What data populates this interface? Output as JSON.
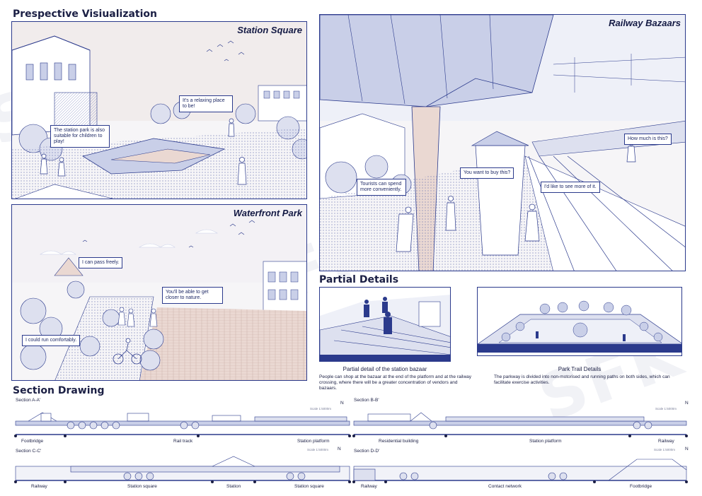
{
  "titles": {
    "perspective": "Prespective Visiualization",
    "partial": "Partial Details",
    "section": "Section Drawing"
  },
  "panels": {
    "station_square": {
      "label": "Station Square",
      "bubbles": [
        "It's a relaxing place to be!",
        "The station park is also suitable for children to play!"
      ]
    },
    "waterfront_park": {
      "label": "Waterfront Park",
      "bubbles": [
        "I can pass freely.",
        "You'll be able to get closer to nature.",
        "I could run comfortably."
      ]
    },
    "railway_bazaars": {
      "label": "Railway Bazaars",
      "bubbles": [
        "How much is this?",
        "You want to buy this?",
        "Tourists can spend more conveniently.",
        "I'd like to see more of it."
      ]
    }
  },
  "details": {
    "bazaar": {
      "caption": "Partial detail of the station bazaar",
      "desc": "People can shop at the bazaar at the end of the platform and at the railway crossing, where there will be a greater concentration of vendors and bazaars."
    },
    "trail": {
      "caption": "Park Trail Details",
      "desc": "The parkway is divided into non-motorised and running paths on both sides, which can facilitate exercise activities."
    }
  },
  "sections": {
    "aa": {
      "title": "Section A-A'",
      "scale": "Scale 1:5000m",
      "labels": [
        "Footbridge",
        "Rail track",
        "Station platform"
      ]
    },
    "bb": {
      "title": "Section B-B'",
      "scale": "Scale 1:5000m",
      "labels": [
        "Residential building",
        "Station platform",
        "Railway"
      ]
    },
    "cc": {
      "title": "Section C-C'",
      "scale": "Scale 1:5000m",
      "labels": [
        "Railway",
        "Station square",
        "Station",
        "Station square"
      ]
    },
    "dd": {
      "title": "Section D-D'",
      "scale": "Scale 1:5000m",
      "labels": [
        "Railway",
        "Contact network",
        "Footbridge"
      ]
    }
  },
  "north": "N",
  "watermark": "SFK",
  "colors": {
    "ink": "#2b3a8c",
    "blue_fill": "#c9cfe8",
    "pink_fill": "#ead8d2",
    "light": "#f6f5f7"
  }
}
